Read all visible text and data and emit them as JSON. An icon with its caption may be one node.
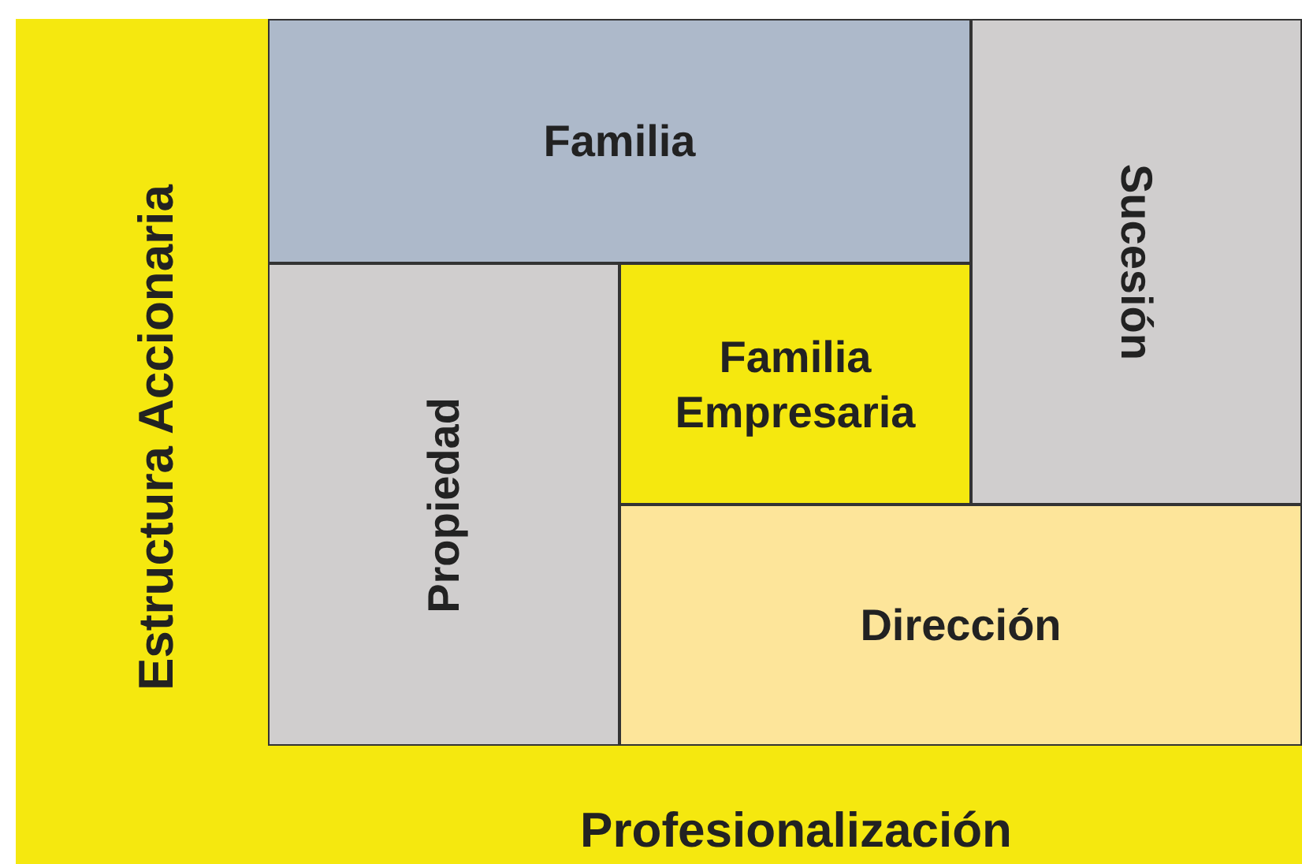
{
  "diagram": {
    "nodes": [
      {
        "text": [
          "Estructura Accionaria",
          "Profesionalización"
        ]
      },
      {
        "text": [
          "Familia"
        ],
        "in": 0
      },
      {
        "text": [
          "Sucesión"
        ],
        "in": 0
      },
      {
        "text": [
          "Propiedad"
        ],
        "in": 0
      },
      {
        "text": [
          "Familia Empresaria"
        ],
        "in": 0
      },
      {
        "text": [
          "Dirección"
        ],
        "in": 0
      }
    ]
  }
}
